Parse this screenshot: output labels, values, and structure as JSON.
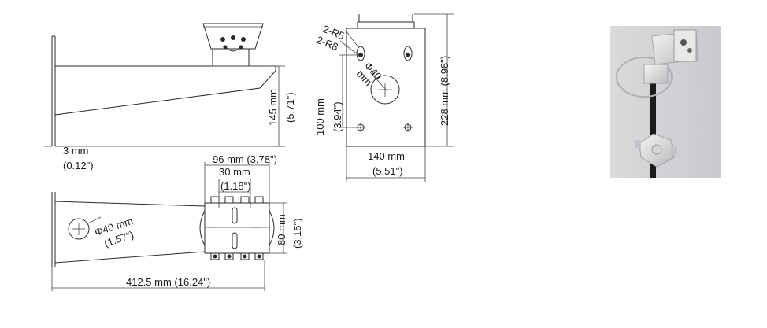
{
  "side_view": {
    "height_mm": "145 mm",
    "height_in": "(5.71\")",
    "plate_mm": "3 mm",
    "plate_in": "(0.12\")"
  },
  "mount_plate": {
    "label_r5": "2-R5",
    "label_r8": "2-R8",
    "label_hole": "Φ40",
    "label_hole_unit": "mm",
    "height_mm": "228 mm (8.98\")",
    "spacing_mm": "100 mm",
    "spacing_in": "(3.94\")",
    "width_mm": "140 mm",
    "width_in": "(5.51\")"
  },
  "top_view": {
    "width_top": "96 mm (3.78\")",
    "slot_mm": "30 mm",
    "slot_in": "(1.18\")",
    "hole_mm": "Φ40 mm",
    "hole_in": "(1.57\")",
    "depth_mm": "80 mm",
    "depth_in": "(3.15\")",
    "length": "412.5 mm (16.24\")"
  },
  "photo": {
    "description_icon": "camera-photo"
  }
}
